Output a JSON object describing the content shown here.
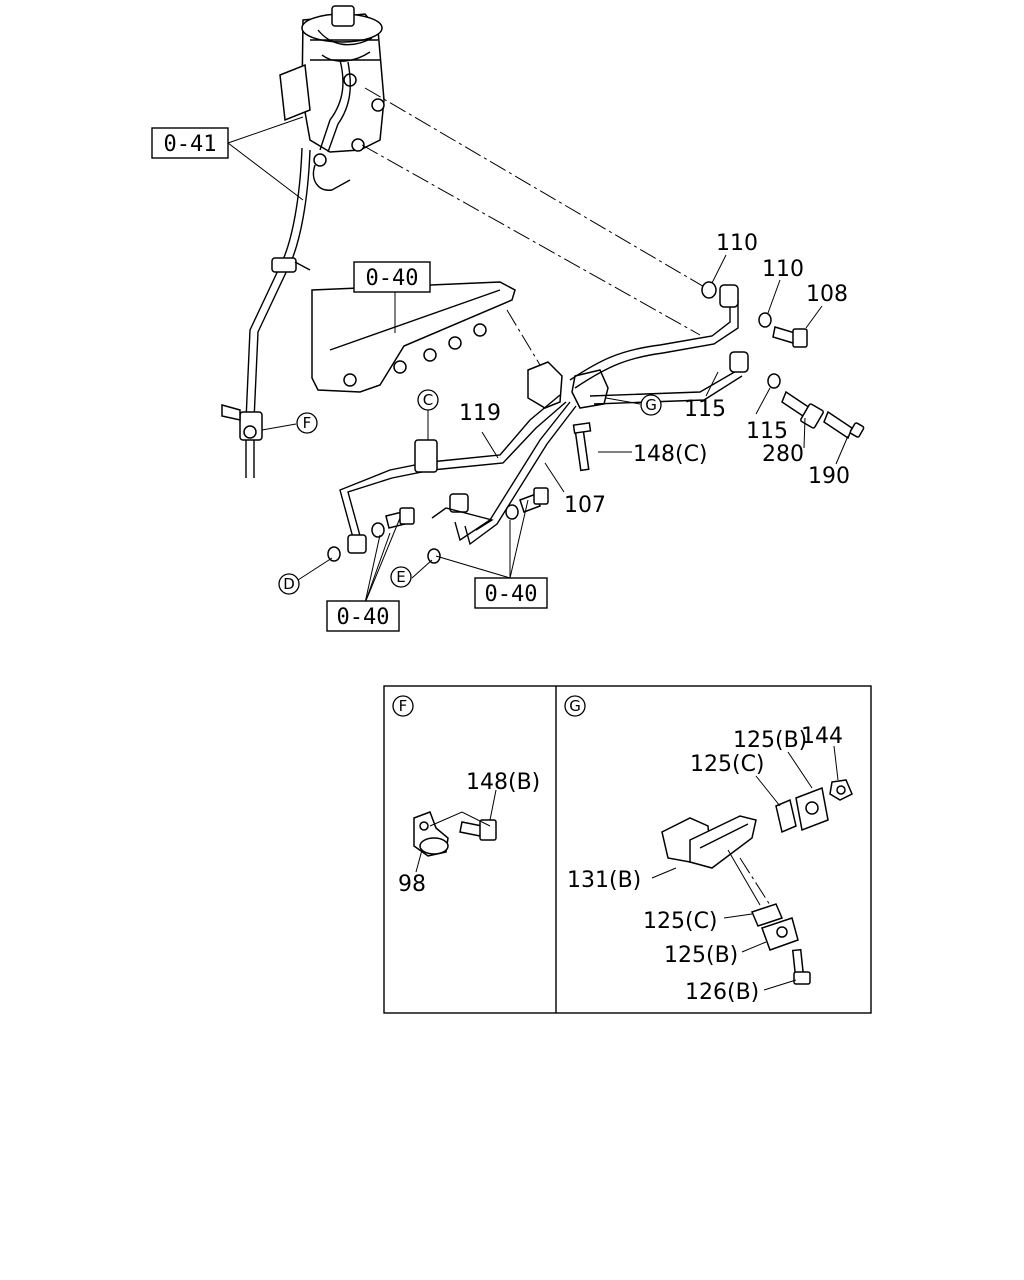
{
  "diagram": {
    "refs": {
      "r041": "0-41",
      "r040_rail": "0-40",
      "r040_left": "0-40",
      "r040_right": "0-40"
    },
    "labels": {
      "p110a": "110",
      "p110b": "110",
      "p108": "108",
      "p115a": "115",
      "p115b": "115",
      "p280": "280",
      "p190": "190",
      "p119": "119",
      "p107": "107",
      "p148c": "148(C)"
    },
    "circles": {
      "c_c": "C",
      "c_f": "F",
      "c_g": "G",
      "c_d": "D",
      "c_e": "E"
    }
  },
  "detail_f": {
    "marker": "F",
    "labels": {
      "p148b": "148(B)",
      "p98": "98"
    }
  },
  "detail_g": {
    "marker": "G",
    "labels": {
      "p144": "144",
      "p125b_top": "125(B)",
      "p125c_top": "125(C)",
      "p131b": "131(B)",
      "p125c_bot": "125(C)",
      "p125b_bot": "125(B)",
      "p126b": "126(B)"
    }
  }
}
